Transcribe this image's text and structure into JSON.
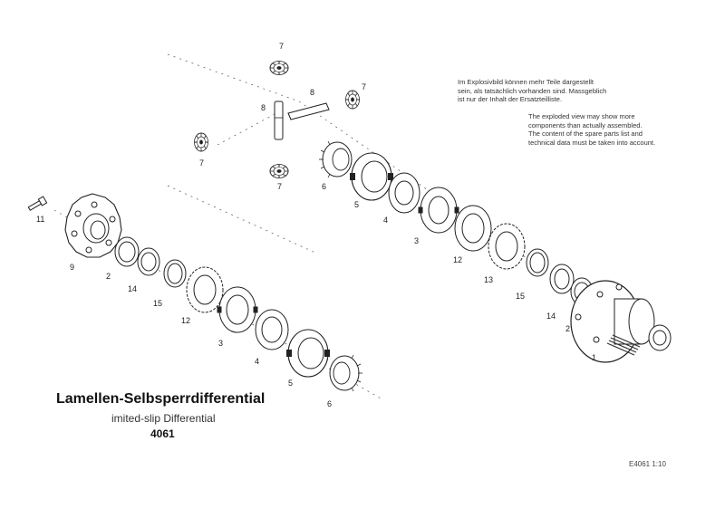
{
  "title": {
    "german": "Lamellen-Selbsperrdifferential",
    "english": "imited-slip Differential",
    "number": "4061"
  },
  "notes": {
    "german": [
      "Im Explosivbild können mehr Teile dargestellt",
      "sein, als tatsächlich vorhanden sind. Massgeblich",
      "ist nur der Inhalt der Ersatzteilliste."
    ],
    "english": [
      "The exploded view may show more",
      "components than actually assembled.",
      "The content of the spare parts list and",
      "technical data must be taken into account."
    ]
  },
  "reference": "E4061 1:10",
  "callouts": [
    "7",
    "8",
    "8",
    "7",
    "7",
    "7",
    "6",
    "5",
    "4",
    "3",
    "12",
    "13",
    "15",
    "14",
    "2",
    "1",
    "11",
    "9",
    "2",
    "14",
    "15",
    "12",
    "3",
    "4",
    "5",
    "6"
  ],
  "colors": {
    "ink": "#222222",
    "background": "#ffffff",
    "knurl": "#333333"
  }
}
